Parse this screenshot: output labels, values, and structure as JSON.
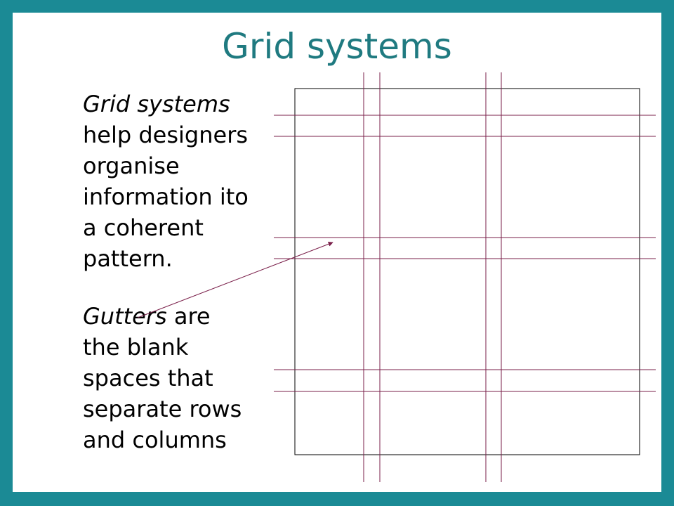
{
  "slide": {
    "title": "Grid systems",
    "paragraphs": [
      {
        "term": "Grid systems",
        "text_lines": [
          "help designers",
          "organise",
          "information ito",
          "a coherent",
          "pattern."
        ]
      },
      {
        "term": "Gutters",
        "text_after_term": " are",
        "text_lines": [
          "the blank",
          "spaces that",
          "separate rows",
          "and columns"
        ]
      }
    ]
  },
  "colors": {
    "frame": "#1b8a95",
    "title": "#1f7a80",
    "guide_lines": "#7a1f4a"
  }
}
